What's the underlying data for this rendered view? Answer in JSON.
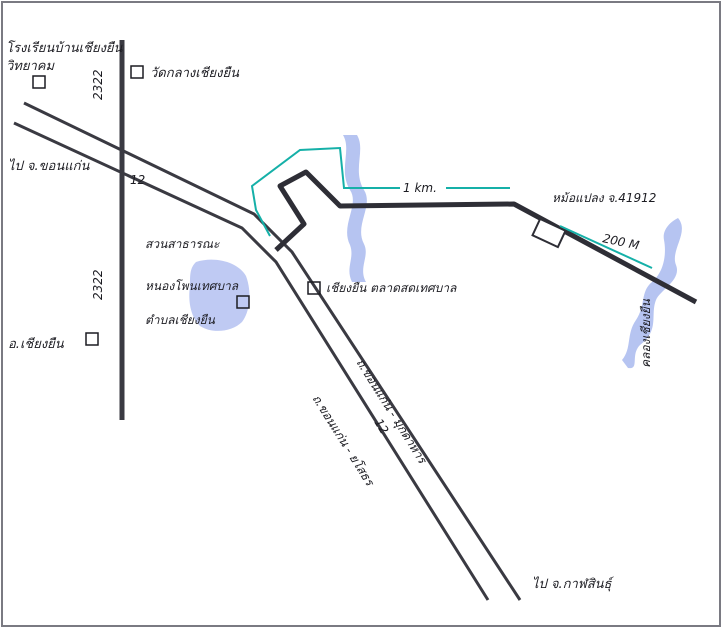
{
  "labels": {
    "school": "โรงเรียนบ้านเชียงยืน",
    "school_line2": "วิทยาคม",
    "temple": "วัดกลางเชียงยืน",
    "to_khonkaen": "ไป จ.ขอนแก่น",
    "hospital_line1": "สวนสาธารณะ",
    "hospital_line2": "หนองโพนเทศบาล",
    "hospital_line3": "ตำบลเชียงยืน",
    "district": "อ.เชียงยืน",
    "market": "เชียงยืน ตลาดสดเทศบาล",
    "road_khonkaen_mukdahan": "ถ.ขอนแก่น - มุกดาหาร",
    "road_khonkaen_yasothon": "ถ.ขอนแก่น - ยโสธร",
    "to_kalasin": "ไป จ.กาฬสินธุ์",
    "distance_1km": "1 km.",
    "distance_200m": "200 M",
    "sub_station": "หม้อแปลง จ.41912",
    "canal": "คลองเชียงยืน",
    "road_2322_top": "2322",
    "road_2322_bottom": "2322",
    "road_12_upper": "12",
    "road_12_lower": "12"
  },
  "colors": {
    "road": "#3a3a42",
    "route_marker": "#15b0a8",
    "water": "#9db0ec",
    "park": "#a9b8ef",
    "ink": "#1c1c22"
  },
  "icons": {
    "landmark": "temple-icon"
  }
}
